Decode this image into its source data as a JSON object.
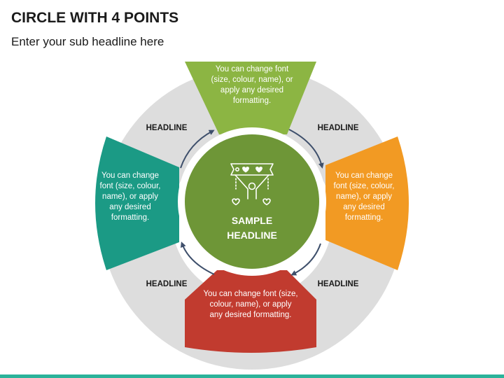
{
  "slide": {
    "title": "CIRCLE WITH 4 POINTS",
    "subtitle": "Enter your sub headline here"
  },
  "center": {
    "line1": "SAMPLE",
    "line2": "HEADLINE",
    "icon": "hanging-hearts-banner-icon"
  },
  "points": {
    "top": "You can change font (size, colour, name), or apply any desired formatting.",
    "right": "You can change font (size, colour, name), or apply any desired formatting.",
    "bottom": "You can change font (size, colour, name), or apply any desired formatting.",
    "left": "You can change font (size, colour, name), or apply any desired formatting."
  },
  "headlines": {
    "top_left": "HEADLINE",
    "top_right": "HEADLINE",
    "bottom_left": "HEADLINE",
    "bottom_right": "HEADLINE"
  },
  "colors": {
    "top": "#8cb543",
    "right": "#f29a23",
    "bottom": "#c13b2f",
    "left": "#1b9a85",
    "center": "#6e9637",
    "ring": "#dddddd",
    "arrow": "#3e4f6b",
    "footer": "#2bb39a"
  }
}
